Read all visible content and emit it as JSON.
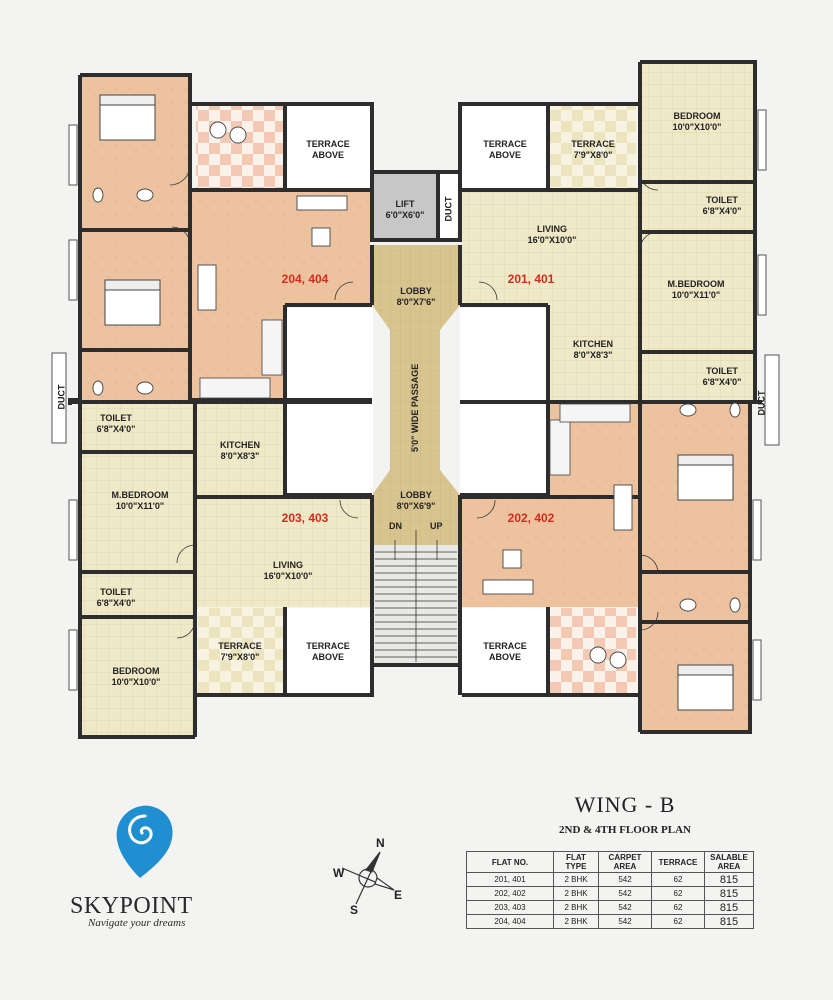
{
  "title": "WING - B",
  "subtitle": "2ND & 4TH FLOOR PLAN",
  "brand": {
    "name": "SKYPOINT",
    "tagline": "Navigate your dreams"
  },
  "compass": {
    "n": "N",
    "s": "S",
    "e": "E",
    "w": "W"
  },
  "flats": {
    "tl": "204, 404",
    "tr": "201, 401",
    "bl": "203, 403",
    "br": "202, 402"
  },
  "rooms": {
    "terrace_above_1": [
      "TERRACE",
      "ABOVE"
    ],
    "terrace_above_2": [
      "TERRACE",
      "ABOVE"
    ],
    "terrace_above_3": [
      "TERRACE",
      "ABOVE"
    ],
    "terrace_above_4": [
      "TERRACE",
      "ABOVE"
    ],
    "terrace_tr": [
      "TERRACE",
      "7'9\"X8'0\""
    ],
    "terrace_bl": [
      "TERRACE",
      "7'9\"X8'0\""
    ],
    "bedroom_tr": [
      "BEDROOM",
      "10'0\"X10'0\""
    ],
    "bedroom_bl": [
      "BEDROOM",
      "10'0\"X10'0\""
    ],
    "toilet_tr1": [
      "TOILET",
      "6'8\"X4'0\""
    ],
    "toilet_tr2": [
      "TOILET",
      "6'8\"X4'0\""
    ],
    "toilet_bl1": [
      "TOILET",
      "6'8\"X4'0\""
    ],
    "toilet_bl2": [
      "TOILET",
      "6'8\"X4'0\""
    ],
    "mbed_tr": [
      "M.BEDROOM",
      "10'0\"X11'0\""
    ],
    "mbed_bl": [
      "M.BEDROOM",
      "10'0\"X11'0\""
    ],
    "living_tr": [
      "LIVING",
      "16'0\"X10'0\""
    ],
    "living_bl": [
      "LIVING",
      "16'0\"X10'0\""
    ],
    "kitchen_tr": [
      "KITCHEN",
      "8'0\"X8'3\""
    ],
    "kitchen_bl": [
      "KITCHEN",
      "8'0\"X8'3\""
    ],
    "lift": [
      "LIFT",
      "6'0\"X6'0\""
    ],
    "lobby_top": [
      "LOBBY",
      "8'0\"X7'6\""
    ],
    "lobby_bottom": [
      "LOBBY",
      "8'0\"X6'9\""
    ]
  },
  "duct": "DUCT",
  "passage": "5'0\" WIDE PASSAGE",
  "stair": {
    "dn": "DN",
    "up": "UP"
  },
  "table": {
    "headers": [
      [
        "FLAT  NO."
      ],
      [
        "FLAT",
        "TYPE"
      ],
      [
        "CARPET",
        "AREA"
      ],
      [
        "TERRACE"
      ],
      [
        "SALABLE",
        "AREA"
      ]
    ],
    "rows": [
      [
        "201, 401",
        "2 BHK",
        "542",
        "62",
        "815"
      ],
      [
        "202, 402",
        "2 BHK",
        "542",
        "62",
        "815"
      ],
      [
        "203, 403",
        "2 BHK",
        "542",
        "62",
        "815"
      ],
      [
        "204, 404",
        "2 BHK",
        "542",
        "62",
        "815"
      ]
    ]
  },
  "colors": {
    "background": "#f3f3f1",
    "cream_floor": "#efe9c8",
    "peach_floor": "#edc39f",
    "lobby": "#d8c48e",
    "lift": "#c7c7c7",
    "wall": "#2d2d2d",
    "flat_label": "#d42b20",
    "logo_blue": "#1f8fd1"
  }
}
